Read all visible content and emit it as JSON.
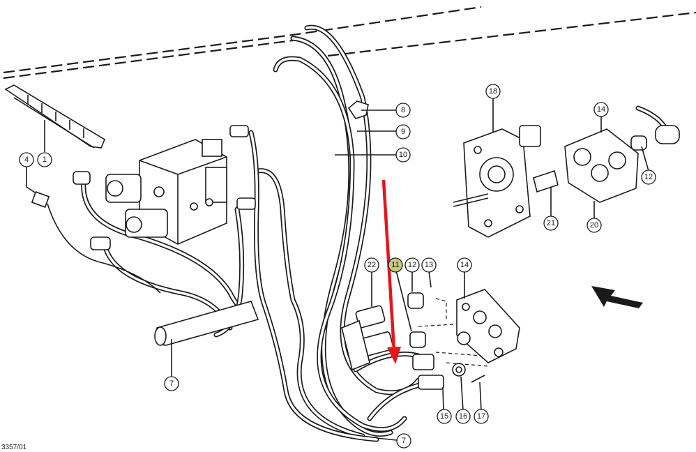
{
  "diagram_ref": "3357/01",
  "callouts": {
    "c1": "1",
    "c4": "4",
    "c7a": "7",
    "c7b": "7",
    "c8": "8",
    "c9": "9",
    "c10": "10",
    "c22": "22",
    "c11": "11",
    "c12a": "12",
    "c13": "13",
    "c14a": "14",
    "c15": "15",
    "c16": "16",
    "c17": "17",
    "c18": "18",
    "c14b": "14",
    "c12b": "12",
    "c21": "21",
    "c20": "20"
  },
  "colors": {
    "highlight_arrow": "#e8141b",
    "highlighted_callout": "#c9c97a",
    "line": "#1a1a1a"
  },
  "highlighted_part": "11"
}
